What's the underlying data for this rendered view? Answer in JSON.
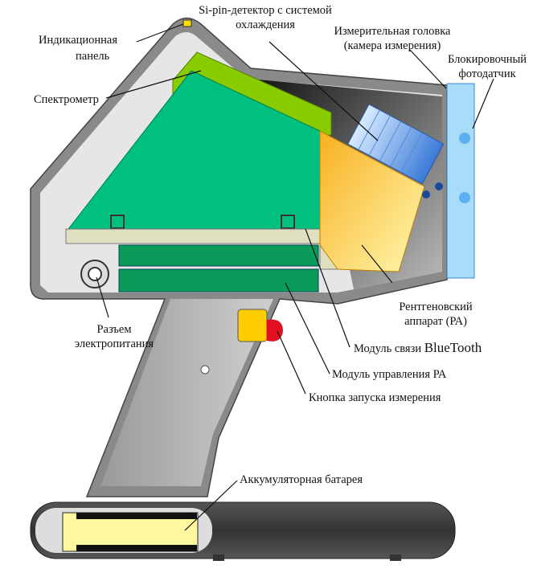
{
  "title": "Устройство портативного рентгенофлуоресцентного анализатора",
  "labels": {
    "indicator_panel": [
      "Индикационная",
      "панель"
    ],
    "detector": [
      "Si-pin-детектор с системой",
      "охлаждения"
    ],
    "measuring_head": [
      "Измерительная головка",
      "(камера измерения)"
    ],
    "photosensor": [
      "Блокировочный",
      "фотодатчик"
    ],
    "spectrometer": "Спектрометр",
    "xray_unit": [
      "Рентгеновский",
      "аппарат (РА)"
    ],
    "bluetooth_prefix": "Модуль связи ",
    "bluetooth": "BlueTooth",
    "control_module": "Модуль управления РА",
    "start_button": "Кнопка запуска измерения",
    "power_connector": [
      "Разъем",
      "электропитания"
    ],
    "battery": "Аккумуляторная батарея"
  },
  "colors": {
    "body": "#8a8a8a",
    "interior": "#e6e6e6",
    "spectrometer_board": "#00c080",
    "detector_board": "#88cc00",
    "photosensor": "#a8dcf8",
    "button": "#e01020"
  }
}
